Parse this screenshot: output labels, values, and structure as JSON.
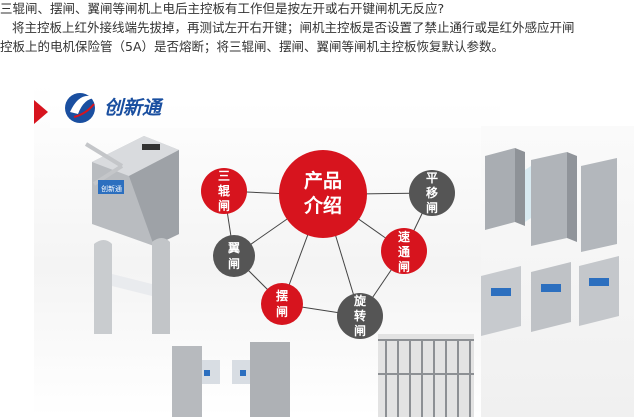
{
  "article": {
    "line1": "三辊闸、摆闸、翼闸等闸机上电后主控板有工作但是按左开或右开键闸机无反应?",
    "line2": "将主控板上红外接线端先拔掉，再测试左开右开键；闸机主控板是否设置了禁止通行或是红外感应开闸",
    "line3": "控板上的电机保险管（5A）是否熔断；将三辊闸、摆闸、翼闸等闸机主控板恢复默认参数。"
  },
  "banner": {
    "brand": "创新通",
    "center_line1": "产品",
    "center_line2": "介绍",
    "nodes": [
      {
        "id": "tripod",
        "text": [
          "三",
          "辊",
          "闸"
        ],
        "color": "#d7141e"
      },
      {
        "id": "sliding",
        "text": [
          "平",
          "移",
          "闸"
        ],
        "color": "#555555"
      },
      {
        "id": "wing",
        "text": [
          "翼",
          "闸"
        ],
        "color": "#555555"
      },
      {
        "id": "speed",
        "text": [
          "速",
          "通",
          "闸"
        ],
        "color": "#d7141e"
      },
      {
        "id": "swing",
        "text": [
          "摆",
          "闸"
        ],
        "color": "#d7141e"
      },
      {
        "id": "rotary",
        "text": [
          "旋",
          "转",
          "闸"
        ],
        "color": "#555555"
      }
    ],
    "device_label": "创新通"
  },
  "colors": {
    "brand_red": "#d7141e",
    "dark": "#555555",
    "logo_blue": "#1a4fa0"
  }
}
